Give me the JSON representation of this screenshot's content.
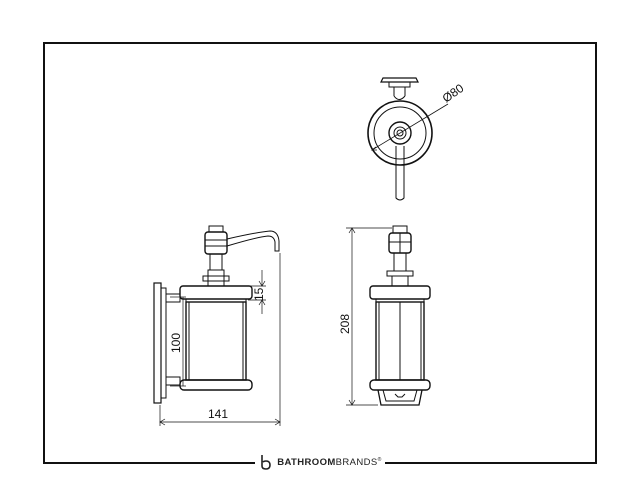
{
  "drawing": {
    "dimensions": {
      "diameter_top": "Ø80",
      "height_side": "100",
      "collar_side": "15",
      "width_side": "141",
      "height_front": "208"
    }
  },
  "footer": {
    "brand_part1": "BATHROOM",
    "brand_part2": "BRANDS",
    "registered": "®"
  }
}
